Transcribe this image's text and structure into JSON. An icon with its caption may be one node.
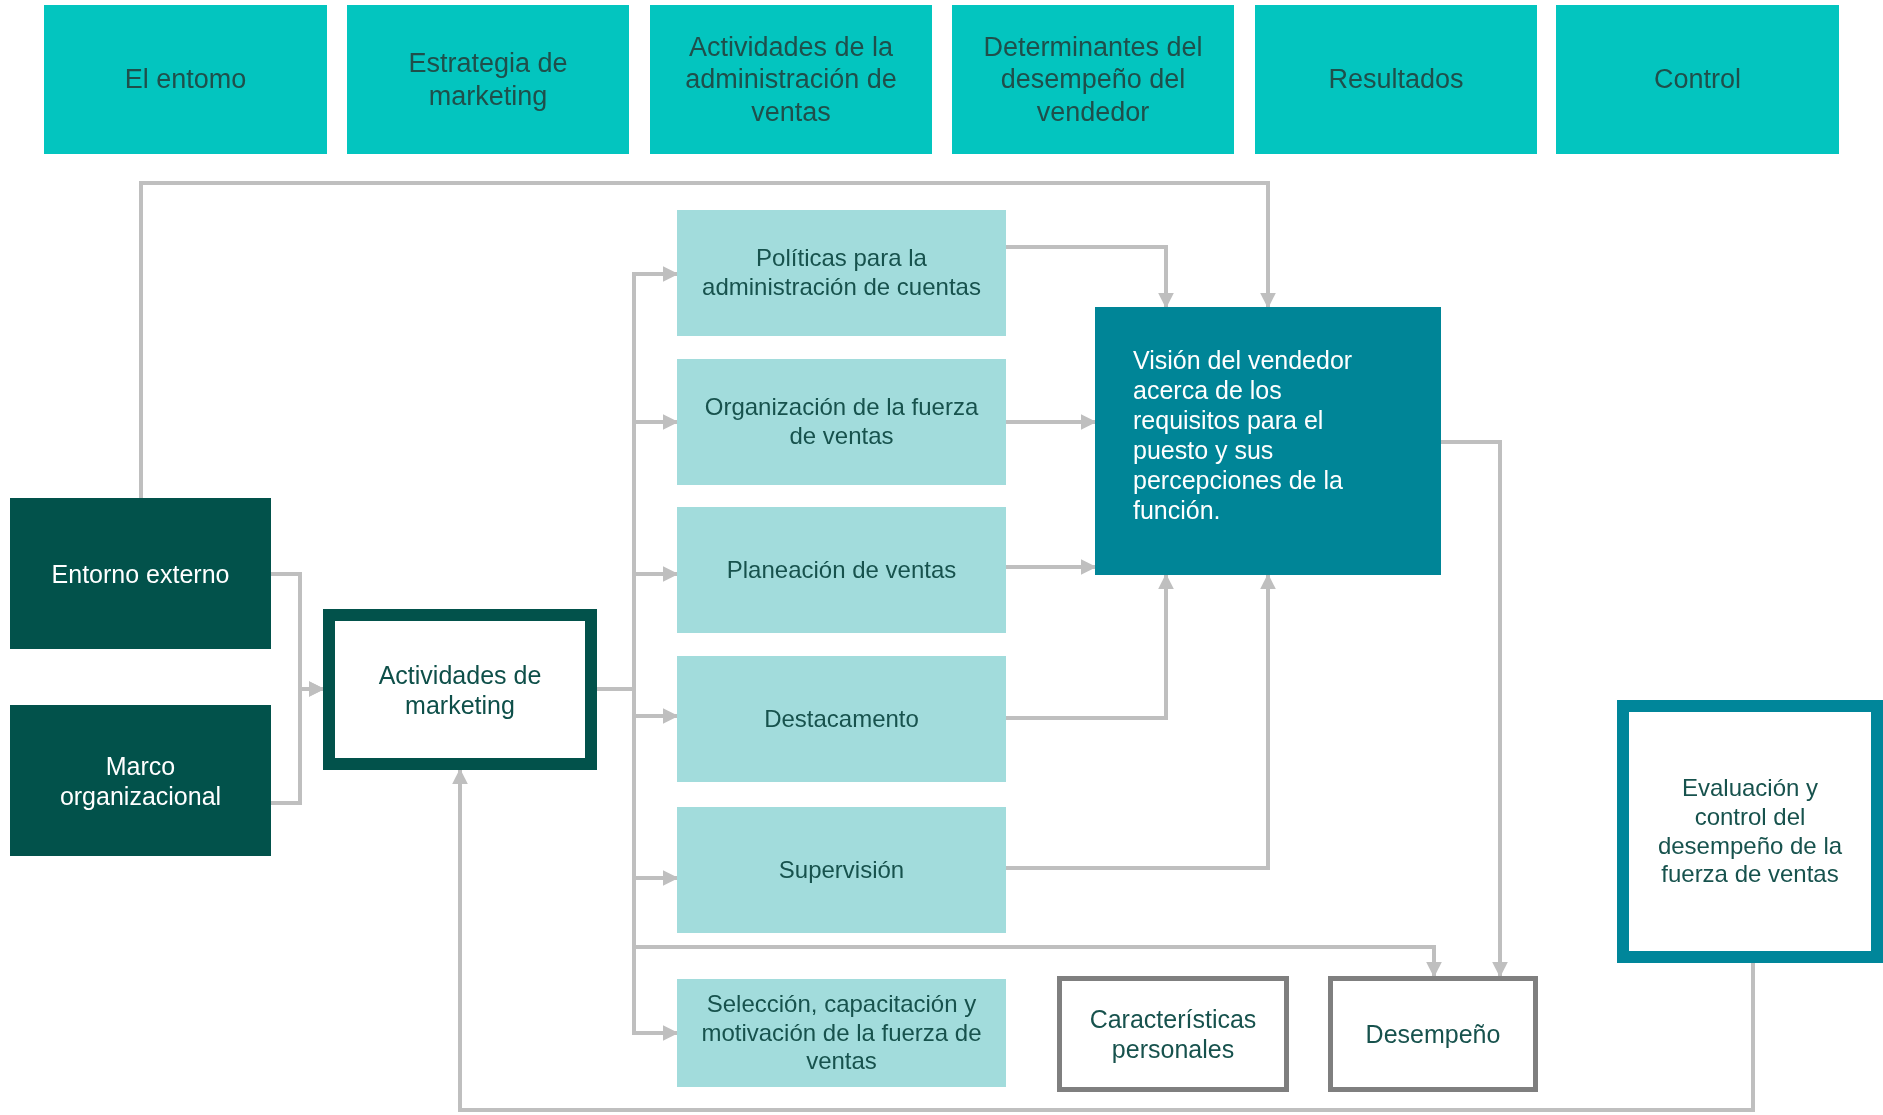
{
  "diagram": {
    "nodes": [
      {
        "text": [
          "El entomo"
        ]
      },
      {
        "text": [
          "Estrategia de marketing"
        ]
      },
      {
        "text": [
          "Actividades de la administración de ventas"
        ]
      },
      {
        "text": [
          "Determinantes del desempeño del vendedor"
        ]
      },
      {
        "text": [
          "Resultados"
        ]
      },
      {
        "text": [
          "Control"
        ]
      },
      {
        "text": [
          "Entorno externo"
        ]
      },
      {
        "text": [
          "Marco organizacional"
        ]
      },
      {
        "text": [
          "Actividades de marketing"
        ]
      },
      {
        "text": [
          "Políticas para la administración de cuentas"
        ]
      },
      {
        "text": [
          "Organización de la fuerza de ventas"
        ]
      },
      {
        "text": [
          "Planeación de ventas"
        ]
      },
      {
        "text": [
          "Destacamento"
        ]
      },
      {
        "text": [
          "Supervisión"
        ]
      },
      {
        "text": [
          "Selección, capacitación y motivación de la fuerza de ventas"
        ]
      },
      {
        "text": [
          "Visión del vendedor acerca de los requisitos para el puesto y sus percepciones de la función."
        ]
      },
      {
        "text": [
          "Características personales"
        ]
      },
      {
        "text": [
          "Desempeño"
        ]
      },
      {
        "text": [
          "Evaluación y control del desempeño de la fuerza de ventas"
        ]
      }
    ],
    "edges": [
      {
        "from": 6,
        "to": 8,
        "arrow": "to"
      },
      {
        "from": 7,
        "to": 8,
        "arrow": "to"
      },
      {
        "from": 6,
        "to": 15,
        "arrow": "to"
      },
      {
        "from": 8,
        "to": 9,
        "arrow": "to"
      },
      {
        "from": 8,
        "to": 10,
        "arrow": "to"
      },
      {
        "from": 8,
        "to": 11,
        "arrow": "to"
      },
      {
        "from": 8,
        "to": 12,
        "arrow": "to"
      },
      {
        "from": 8,
        "to": 13,
        "arrow": "to"
      },
      {
        "from": 8,
        "to": 14,
        "arrow": "to"
      },
      {
        "from": 8,
        "to": 17,
        "arrow": "to"
      },
      {
        "from": 9,
        "to": 15,
        "arrow": "to"
      },
      {
        "from": 10,
        "to": 15,
        "arrow": "to"
      },
      {
        "from": 11,
        "to": 15,
        "arrow": "to"
      },
      {
        "from": 12,
        "to": 15,
        "arrow": "to"
      },
      {
        "from": 13,
        "to": 15,
        "arrow": "to"
      },
      {
        "from": 15,
        "to": 17,
        "arrow": "to"
      },
      {
        "from": 18,
        "to": 8,
        "arrow": "to"
      }
    ]
  }
}
